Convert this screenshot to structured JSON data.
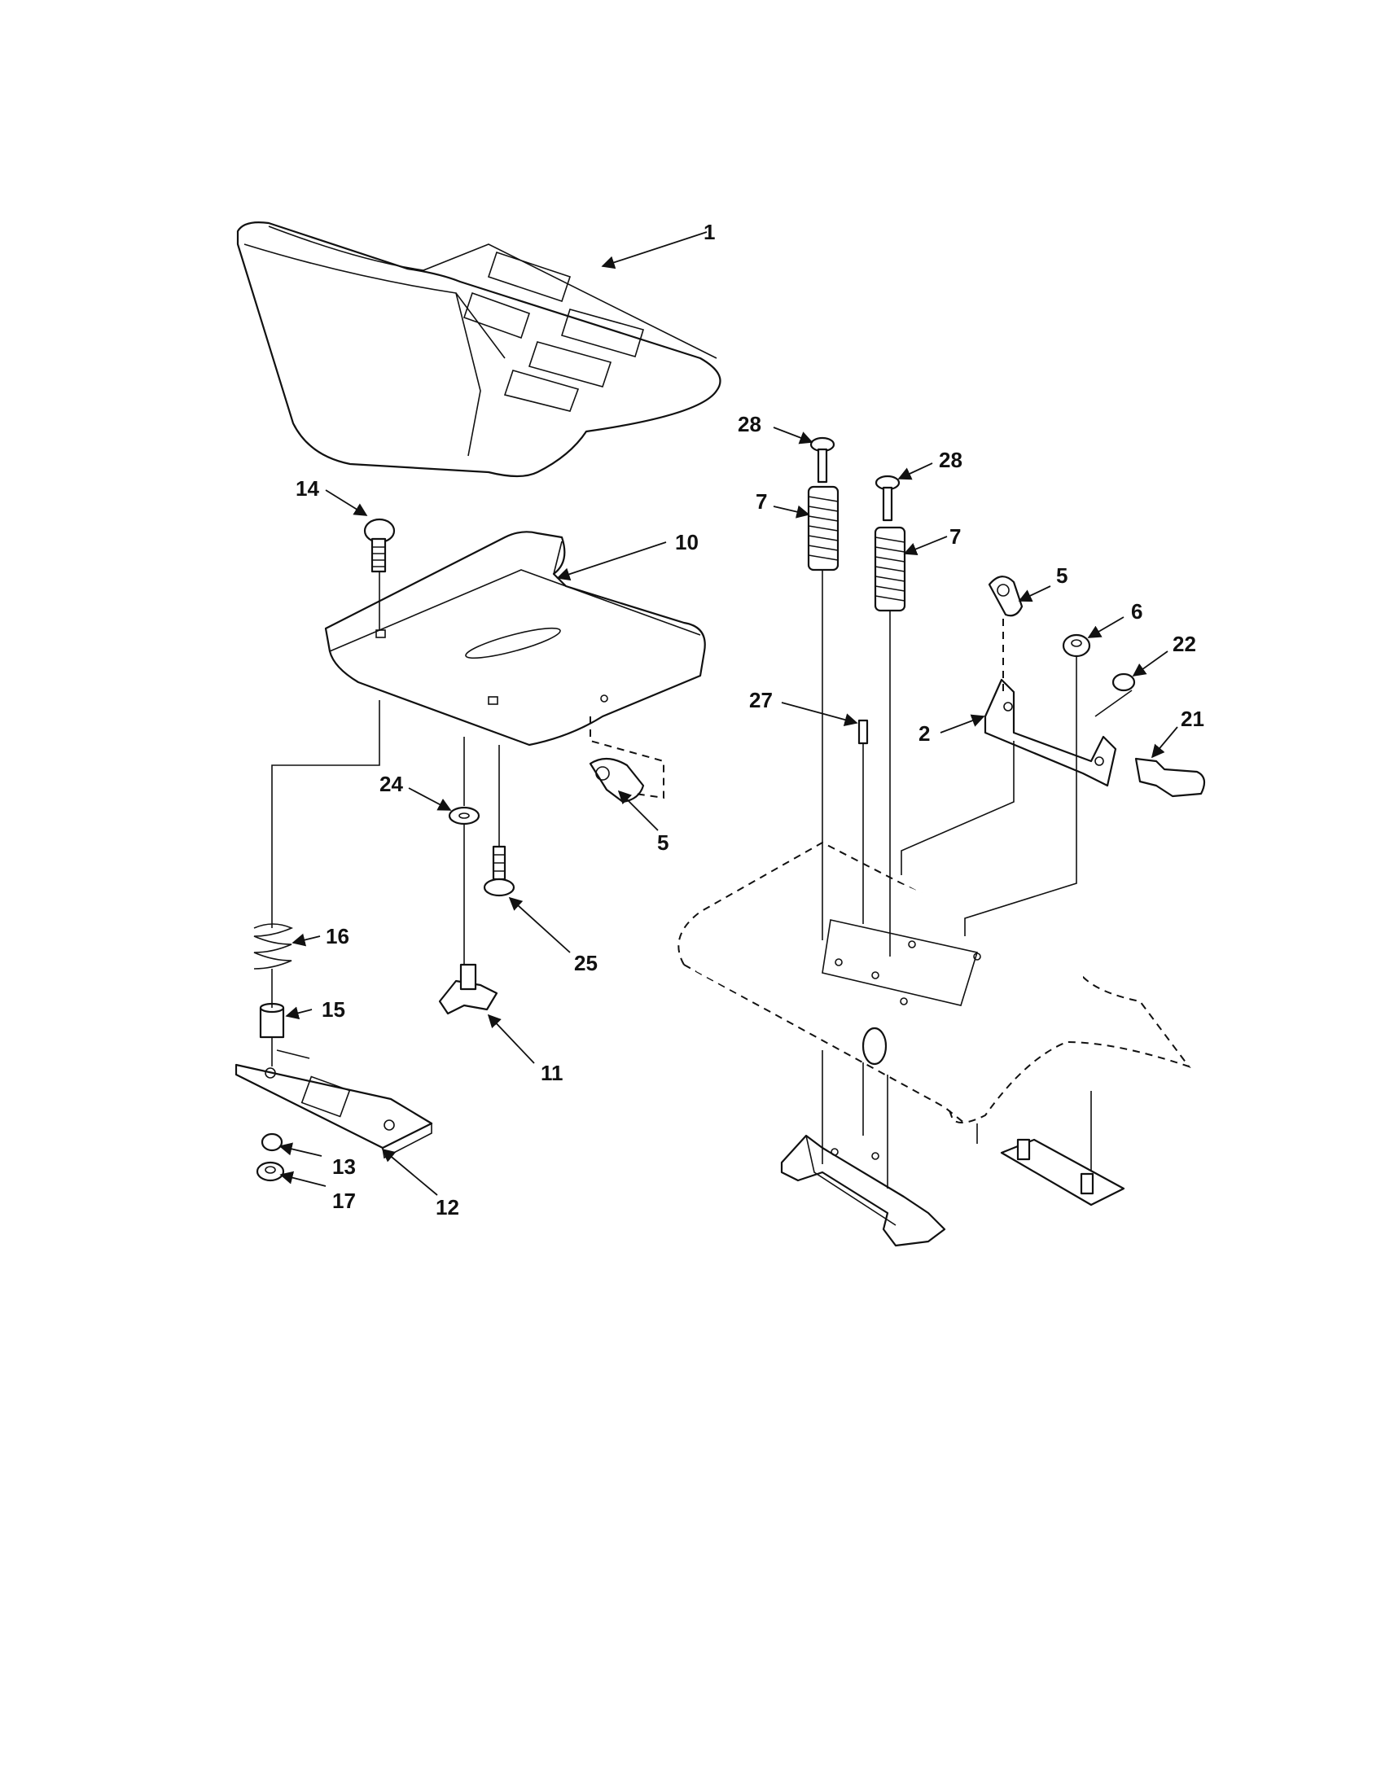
{
  "callouts": {
    "c1": "1",
    "c14": "14",
    "c10": "10",
    "c24": "24",
    "c5a": "5",
    "c25": "25",
    "c16": "16",
    "c15": "15",
    "c11": "11",
    "c13": "13",
    "c17": "17",
    "c12": "12",
    "c28a": "28",
    "c28b": "28",
    "c7a": "7",
    "c7b": "7",
    "c5b": "5",
    "c6": "6",
    "c22": "22",
    "c27": "27",
    "c2": "2",
    "c21": "21"
  }
}
